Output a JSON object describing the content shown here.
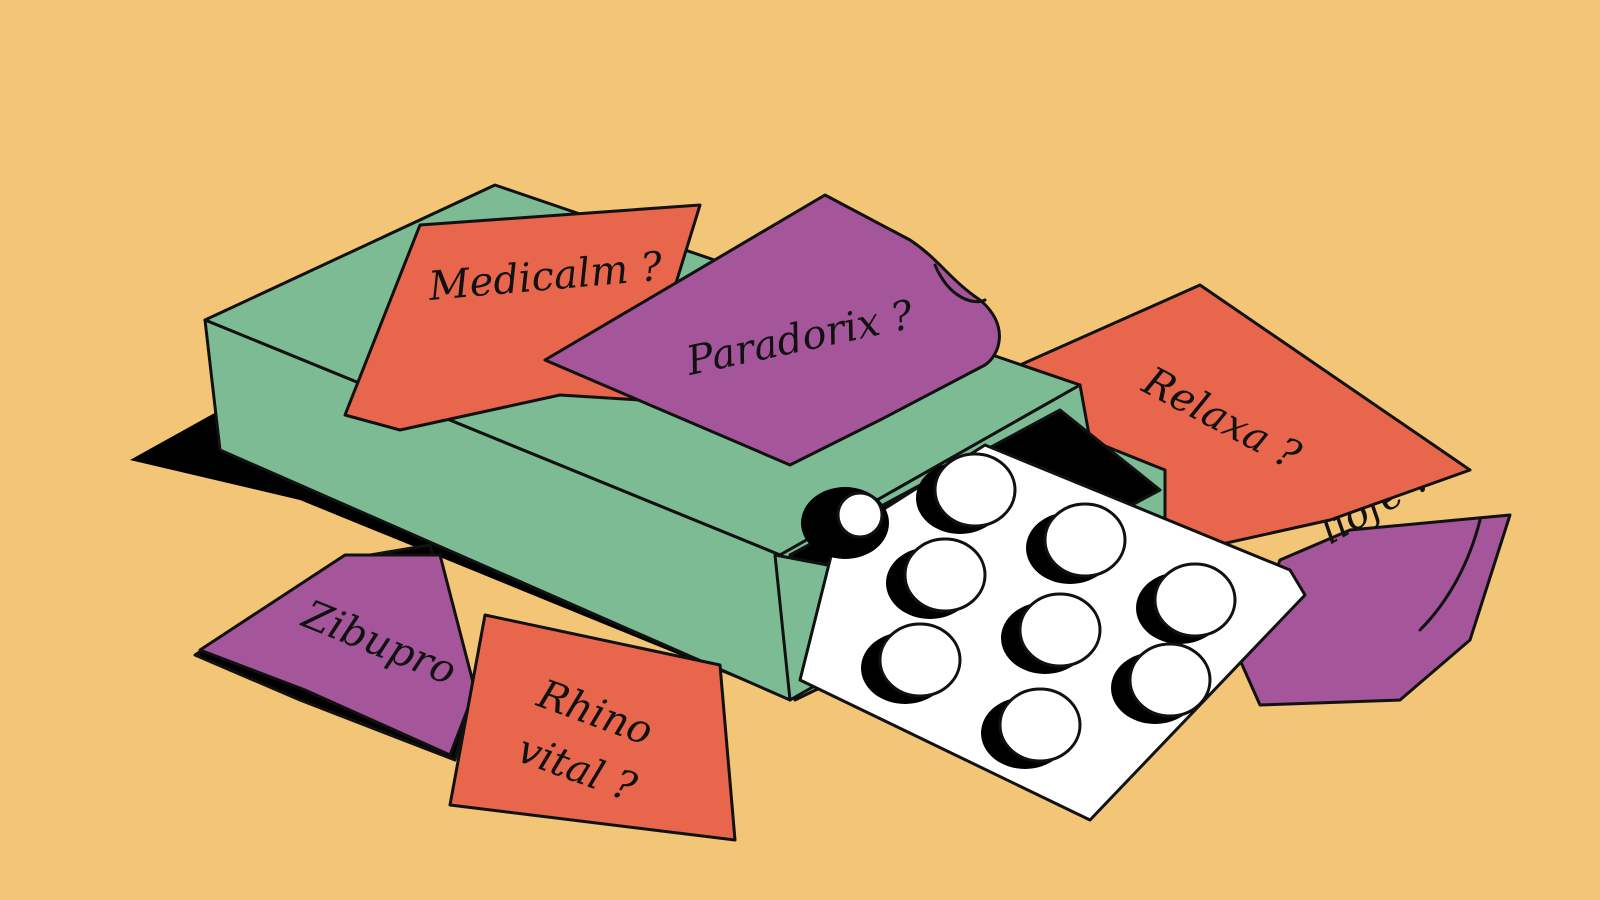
{
  "scene": {
    "description_colors": {
      "background": "#F2C577",
      "box_green": "#7DBB94",
      "note_red": "#E8664C",
      "note_purple": "#A55599",
      "blister": "#FFFFFF",
      "ink": "#111111"
    }
  },
  "notes": {
    "medicalm": "Medicalm ?",
    "paradorix": "Paradorix ?",
    "relaxa": "Relaxa ?",
    "liofe": "liofe ?",
    "zibupro": "Zibupro",
    "rhino_line1": "Rhino",
    "rhino_line2": "vital ?"
  }
}
